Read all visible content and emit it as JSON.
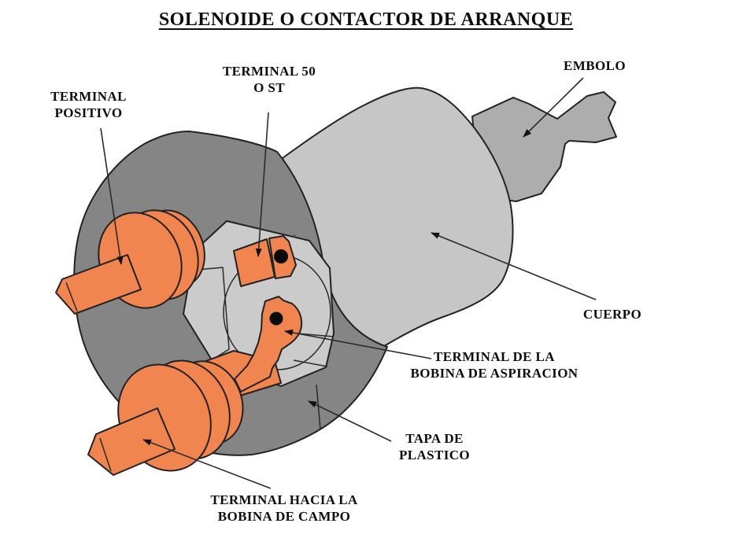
{
  "title": {
    "text": "SOLENOIDE O CONTACTOR DE ARRANQUE"
  },
  "labels": {
    "terminal_positivo": {
      "line1": "TERMINAL",
      "line2": "POSITIVO"
    },
    "terminal_50": {
      "line1": "TERMINAL 50",
      "line2": "O ST"
    },
    "embolo": {
      "text": "EMBOLO"
    },
    "cuerpo": {
      "text": "CUERPO"
    },
    "terminal_bobina_aspiracion": {
      "line1": "TERMINAL DE LA",
      "line2": "BOBINA DE ASPIRACION"
    },
    "tapa_de_plastico": {
      "line1": "TAPA DE",
      "line2": "PLASTICO"
    },
    "terminal_bobina_campo": {
      "line1": "TERMINAL HACIA LA",
      "line2": "BOBINA DE CAMPO"
    }
  },
  "colors": {
    "orange_terminal": "#F0854F",
    "body_gray": "#C6C6C6",
    "cap_gray": "#858585",
    "face_gray": "#CBCBCB",
    "plunger_gray": "#ADADAD",
    "dot_black": "#0a0a0a",
    "speck_gray": "#555555"
  }
}
